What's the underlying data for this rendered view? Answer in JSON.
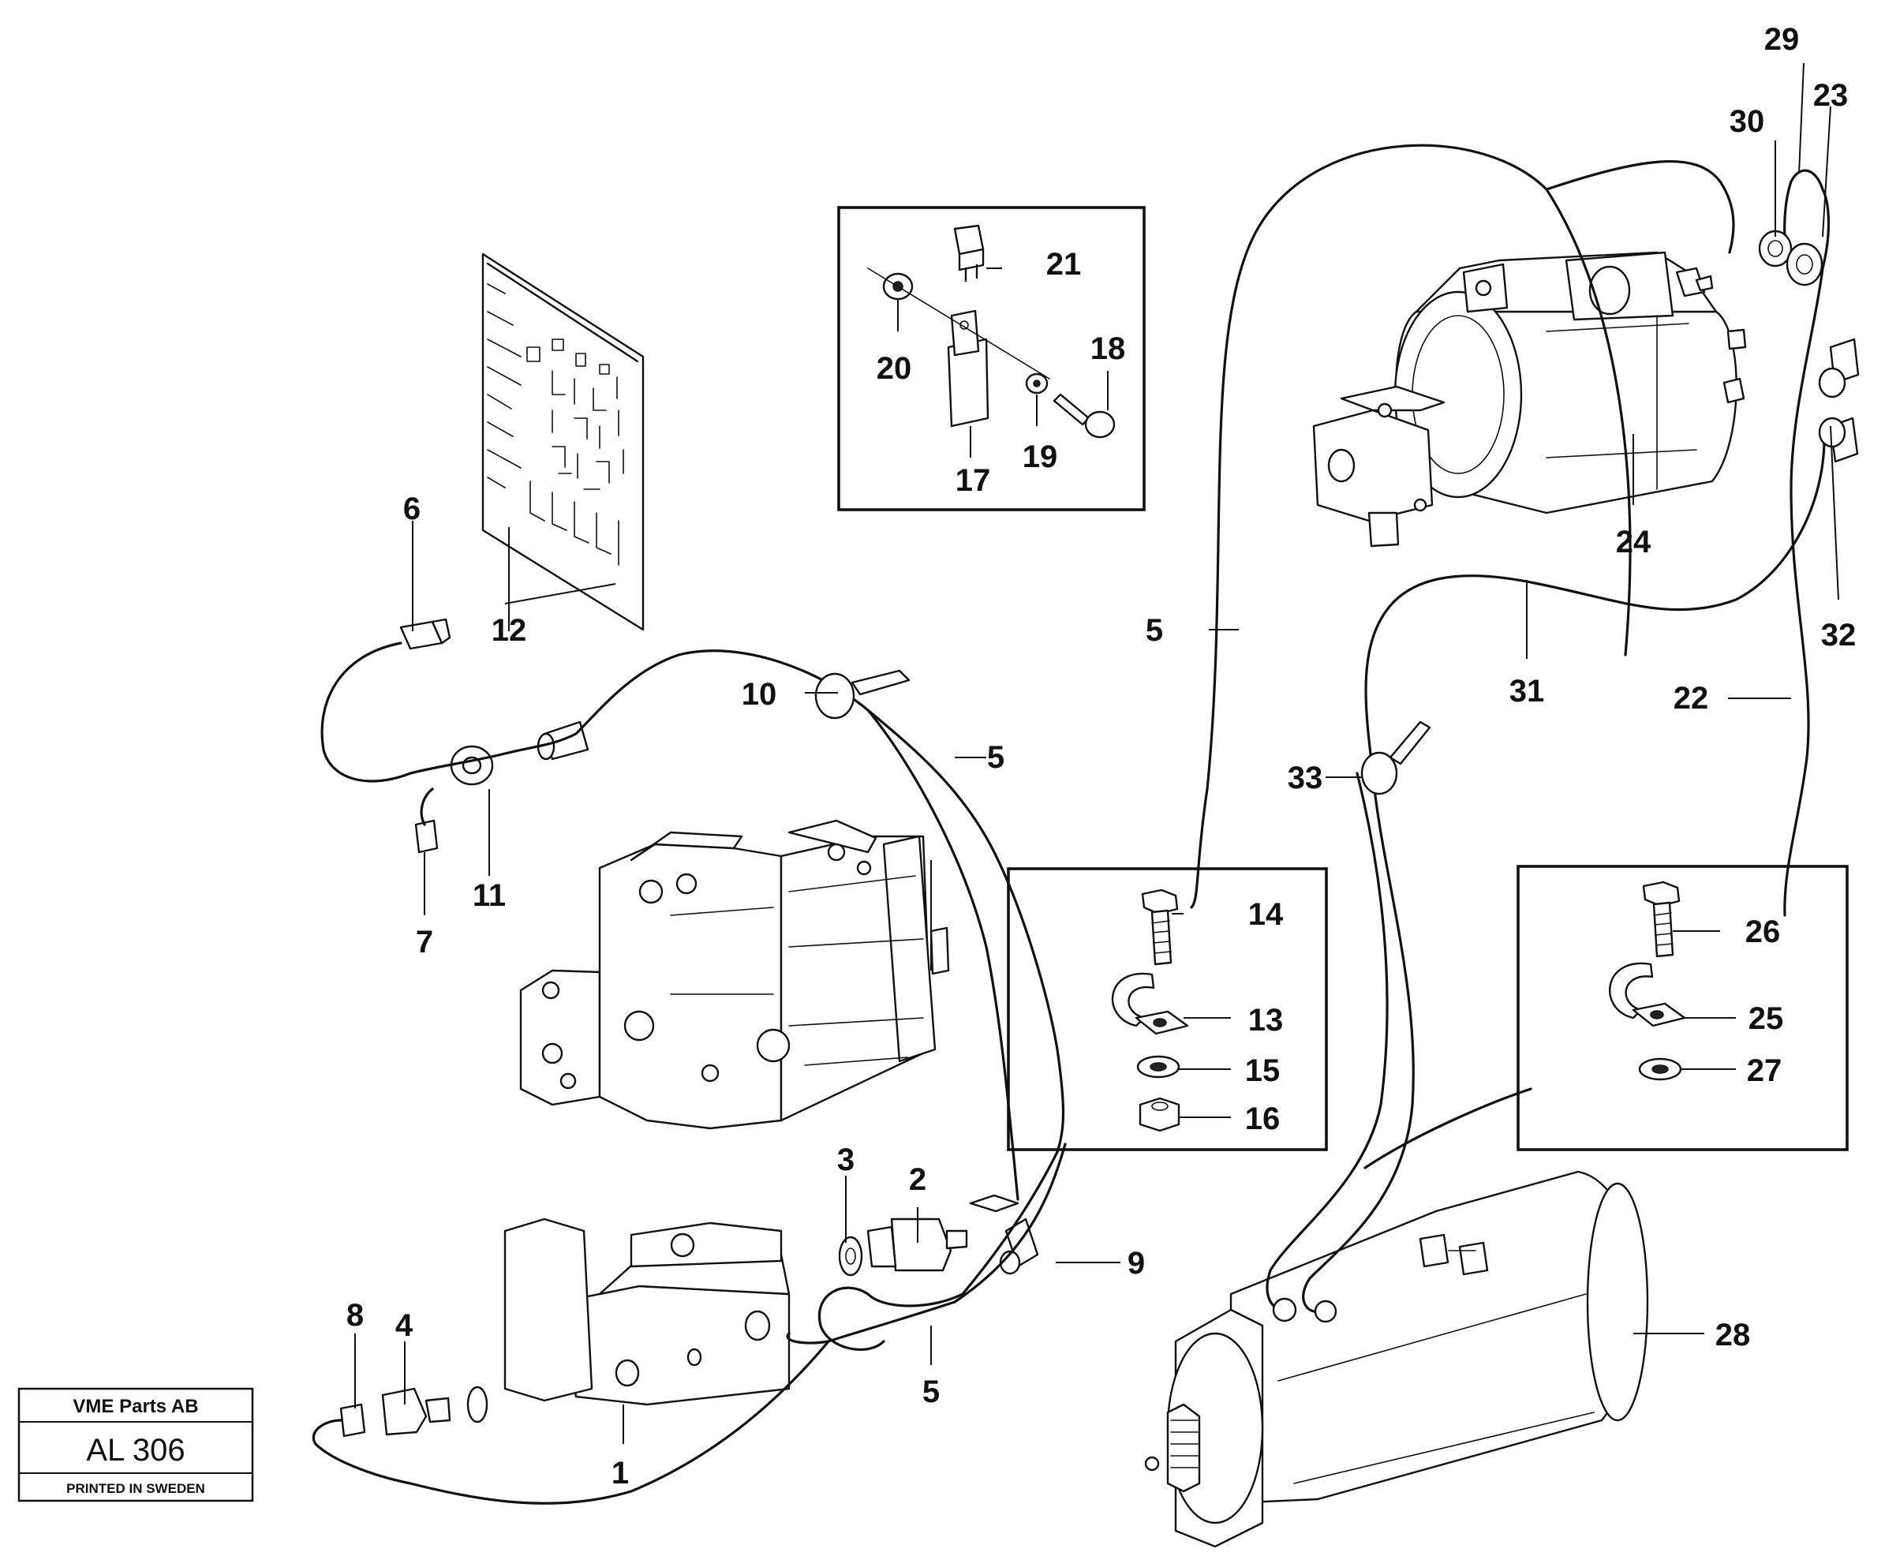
{
  "callouts": [
    {
      "id": "1",
      "text": "1"
    },
    {
      "id": "2",
      "text": "2"
    },
    {
      "id": "3",
      "text": "3"
    },
    {
      "id": "4",
      "text": "4"
    },
    {
      "id": "5a",
      "text": "5"
    },
    {
      "id": "5b",
      "text": "5"
    },
    {
      "id": "5c",
      "text": "5"
    },
    {
      "id": "6",
      "text": "6"
    },
    {
      "id": "7",
      "text": "7"
    },
    {
      "id": "8",
      "text": "8"
    },
    {
      "id": "9",
      "text": "9"
    },
    {
      "id": "10",
      "text": "10"
    },
    {
      "id": "11",
      "text": "11"
    },
    {
      "id": "12",
      "text": "12"
    },
    {
      "id": "13",
      "text": "13"
    },
    {
      "id": "14",
      "text": "14"
    },
    {
      "id": "15",
      "text": "15"
    },
    {
      "id": "16",
      "text": "16"
    },
    {
      "id": "17",
      "text": "17"
    },
    {
      "id": "18",
      "text": "18"
    },
    {
      "id": "19",
      "text": "19"
    },
    {
      "id": "20",
      "text": "20"
    },
    {
      "id": "21",
      "text": "21"
    },
    {
      "id": "22",
      "text": "22"
    },
    {
      "id": "23",
      "text": "23"
    },
    {
      "id": "24",
      "text": "24"
    },
    {
      "id": "25",
      "text": "25"
    },
    {
      "id": "26",
      "text": "26"
    },
    {
      "id": "27",
      "text": "27"
    },
    {
      "id": "28",
      "text": "28"
    },
    {
      "id": "29",
      "text": "29"
    },
    {
      "id": "30",
      "text": "30"
    },
    {
      "id": "31",
      "text": "31"
    },
    {
      "id": "32",
      "text": "32"
    },
    {
      "id": "33",
      "text": "33"
    }
  ],
  "stamp": {
    "company": "VME Parts AB",
    "code": "AL 306",
    "printed": "PRINTED IN SWEDEN"
  }
}
